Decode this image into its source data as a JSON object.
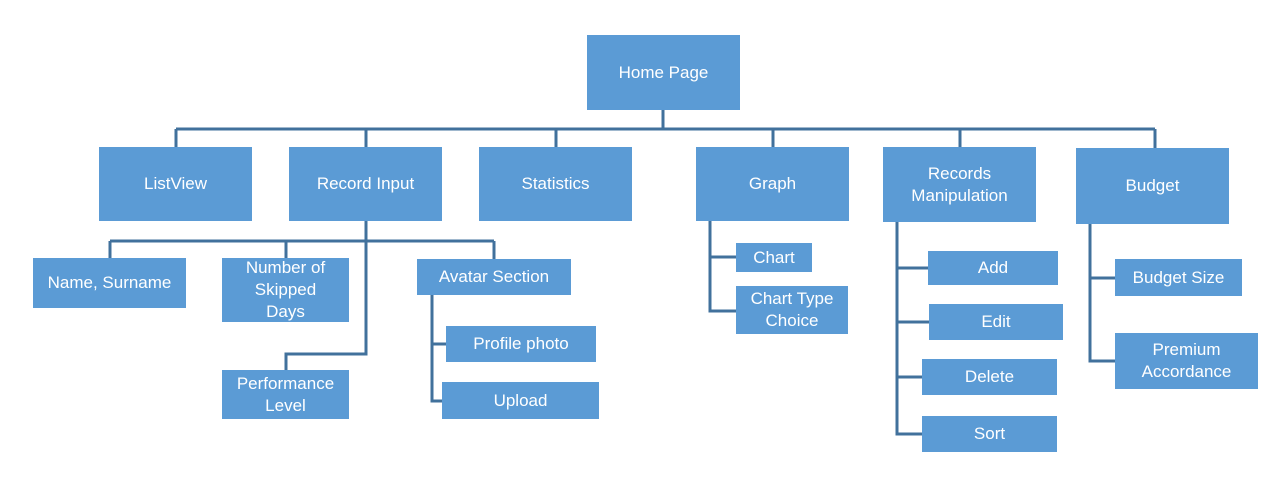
{
  "colors": {
    "box_fill": "#5b9bd5",
    "box_text": "#ffffff",
    "connector": "#41719c"
  },
  "nodes": {
    "home": "Home Page",
    "listview": "ListView",
    "record_input": "Record Input",
    "statistics": "Statistics",
    "graph": "Graph",
    "records_manipulation": "Records Manipulation",
    "budget": "Budget",
    "name_surname": "Name, Surname",
    "skipped_days": "Number of Skipped Days",
    "avatar_section": "Avatar Section",
    "performance_level": "Performance Level",
    "profile_photo": "Profile photo",
    "upload": "Upload",
    "chart": "Chart",
    "chart_type_choice": "Chart Type Choice",
    "add": "Add",
    "edit": "Edit",
    "delete": "Delete",
    "sort": "Sort",
    "budget_size": "Budget Size",
    "premium_accordance": "Premium Accordance"
  }
}
